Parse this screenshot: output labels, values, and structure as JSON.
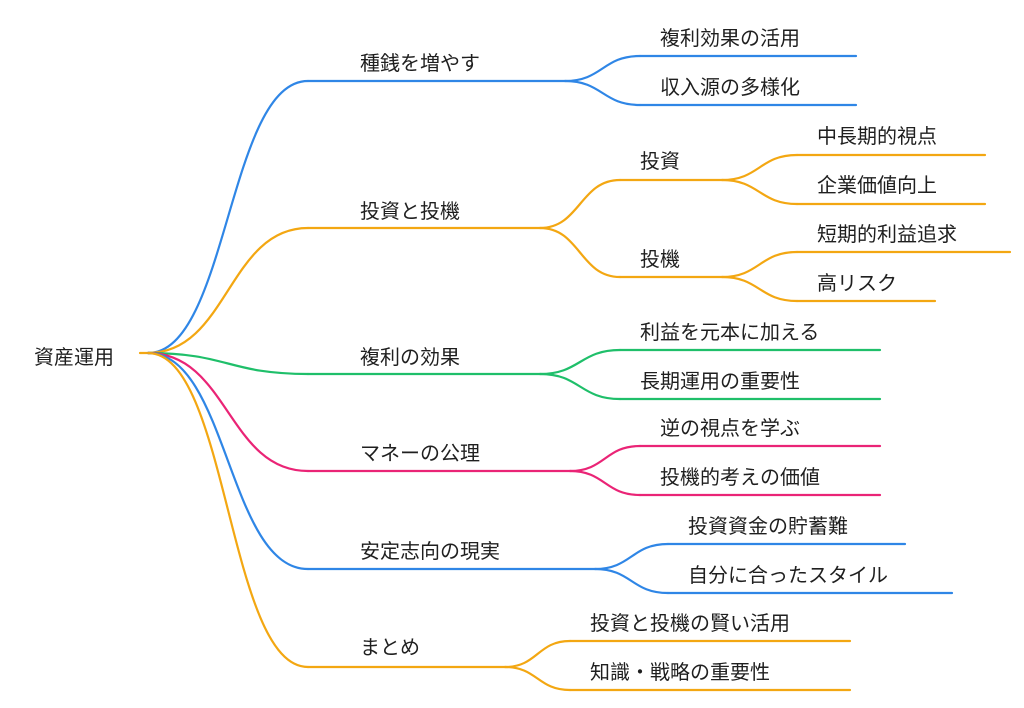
{
  "colors": {
    "blue": "#2f86e6",
    "orange": "#f3a712",
    "green": "#1fbf6a",
    "pink": "#ea2476"
  },
  "root": {
    "label": "資産運用"
  },
  "branches": [
    {
      "label": "種銭を増やす",
      "color": "blue",
      "children": [
        {
          "label": "複利効果の活用"
        },
        {
          "label": "収入源の多様化"
        }
      ]
    },
    {
      "label": "投資と投機",
      "color": "orange",
      "children": [
        {
          "label": "投資",
          "children": [
            {
              "label": "中長期的視点"
            },
            {
              "label": "企業価値向上"
            }
          ]
        },
        {
          "label": "投機",
          "children": [
            {
              "label": "短期的利益追求"
            },
            {
              "label": "高リスク"
            }
          ]
        }
      ]
    },
    {
      "label": "複利の効果",
      "color": "green",
      "children": [
        {
          "label": "利益を元本に加える"
        },
        {
          "label": "長期運用の重要性"
        }
      ]
    },
    {
      "label": "マネーの公理",
      "color": "pink",
      "children": [
        {
          "label": "逆の視点を学ぶ"
        },
        {
          "label": "投機的考えの価値"
        }
      ]
    },
    {
      "label": "安定志向の現実",
      "color": "blue",
      "children": [
        {
          "label": "投資資金の貯蓄難"
        },
        {
          "label": "自分に合ったスタイル"
        }
      ]
    },
    {
      "label": "まとめ",
      "color": "orange",
      "children": [
        {
          "label": "投資と投機の賢い活用"
        },
        {
          "label": "知識・戦略の重要性"
        }
      ]
    }
  ]
}
